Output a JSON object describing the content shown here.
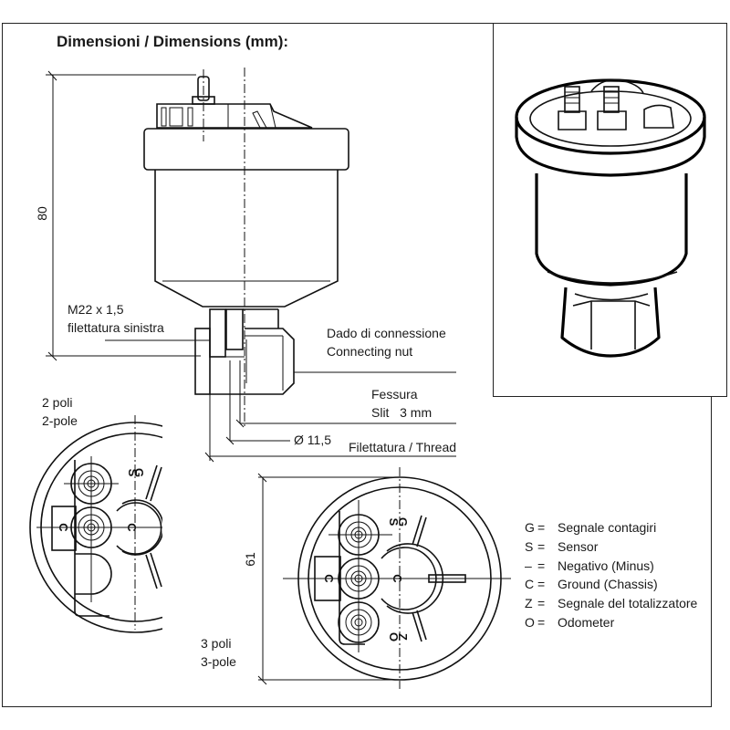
{
  "title": "Dimensioni / Dimensions (mm):",
  "dimensions": {
    "height": "80",
    "connector_diameter": "61",
    "thread_spec_line1": "M22 x 1,5",
    "thread_spec_line2": "filettatura sinistra",
    "nut_label_it": "Dado di connessione",
    "nut_label_en": "Connecting nut",
    "slit_label_it": "Fessura",
    "slit_label_en": "Slit   3 mm",
    "bore_diameter": "Ø 11,5",
    "thread_label": "Filettatura / Thread"
  },
  "variants": {
    "two_pole_it": "2 poli",
    "two_pole_en": "2-pole",
    "three_pole_it": "3 poli",
    "three_pole_en": "3-pole"
  },
  "pin_labels": {
    "g": "G",
    "s": "S",
    "minus": "–",
    "c": "C",
    "z": "Z",
    "o": "O"
  },
  "legend": [
    {
      "key": "G",
      "eq": "=",
      "desc": "Segnale contagiri"
    },
    {
      "key": "S",
      "eq": "=",
      "desc": "Sensor"
    },
    {
      "key": "–",
      "eq": "=",
      "desc": "Negativo (Minus)"
    },
    {
      "key": "C",
      "eq": "=",
      "desc": "Ground (Chassis)"
    },
    {
      "key": "Z",
      "eq": "=",
      "desc": "Segnale del totalizzatore"
    },
    {
      "key": "O",
      "eq": "=",
      "desc": "Odometer"
    }
  ]
}
